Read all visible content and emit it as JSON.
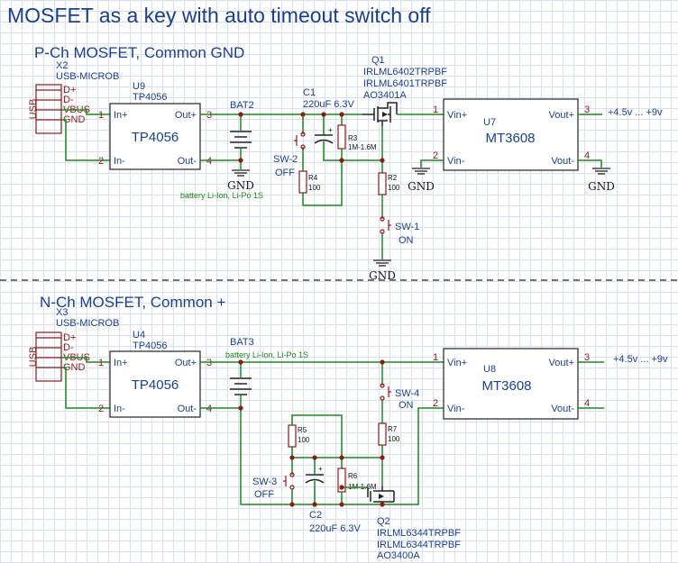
{
  "title": "MOSFET as a key with auto timeout switch off",
  "sections": {
    "top": "P-Ch MOSFET, Common GND",
    "bottom": "N-Ch MOSFET, Common +"
  },
  "gnd_label": "GND",
  "top": {
    "usb": {
      "ref": "X2",
      "value": "USB-MICROB",
      "side": "USB",
      "pins": [
        "D+",
        "D-",
        "VBUS",
        "GND"
      ]
    },
    "charger": {
      "ref": "U9",
      "value": "TP4056",
      "name": "TP4056",
      "in_plus": "In+",
      "in_minus": "In-",
      "out_plus": "Out+",
      "out_minus": "Out-",
      "p1": "1",
      "p2": "2",
      "p3": "3",
      "p4": "4"
    },
    "battery": {
      "ref": "BAT2",
      "note": "battery Li-Ion, Li-Po 1S"
    },
    "cap": {
      "ref": "C1",
      "value": "220uF 6.3V"
    },
    "r3": {
      "ref": "R3",
      "value": "1M-1.6M"
    },
    "r4": {
      "ref": "R4",
      "value": "100"
    },
    "r2": {
      "ref": "R2",
      "value": "100"
    },
    "sw_off": {
      "ref": "SW-2",
      "state": "OFF"
    },
    "sw_on": {
      "ref": "SW-1",
      "state": "ON"
    },
    "mosfet": {
      "ref": "Q1",
      "v1": "IRLML6402TRPBF",
      "v2": "IRLML6401TRPBF",
      "v3": "AO3401A"
    },
    "boost": {
      "ref": "U7",
      "name": "MT3608",
      "vin_p": "Vin+",
      "vin_m": "Vin-",
      "vout_p": "Vout+",
      "vout_m": "Vout-",
      "p1": "1",
      "p2": "2",
      "p3": "3",
      "p4": "4",
      "out_note": "+4.5v ... +9v"
    }
  },
  "bottom": {
    "usb": {
      "ref": "X3",
      "value": "USB-MICROB",
      "side": "USB",
      "pins": [
        "D+",
        "D-",
        "VBUS",
        "GND"
      ]
    },
    "charger": {
      "ref": "U4",
      "value": "TP4056",
      "name": "TP4056",
      "in_plus": "In+",
      "in_minus": "In-",
      "out_plus": "Out+",
      "out_minus": "Out-",
      "p1": "1",
      "p2": "2",
      "p3": "3",
      "p4": "4"
    },
    "battery": {
      "ref": "BAT3",
      "note": "battery Li-Ion, Li-Po 1S"
    },
    "cap": {
      "ref": "C2",
      "value": "220uF 6.3V"
    },
    "r5": {
      "ref": "R5",
      "value": "100"
    },
    "r6": {
      "ref": "R6",
      "value": "1M-1.6M"
    },
    "r7": {
      "ref": "R7",
      "value": "100"
    },
    "sw_off": {
      "ref": "SW-3",
      "state": "OFF"
    },
    "sw_on": {
      "ref": "SW-4",
      "state": "ON"
    },
    "mosfet": {
      "ref": "Q2",
      "v1": "IRLML6344TRPBF",
      "v2": "IRLML6344TRPBF",
      "v3": "AO3400A"
    },
    "boost": {
      "ref": "U8",
      "name": "MT3608",
      "vin_p": "Vin+",
      "vin_m": "Vin-",
      "vout_p": "Vout+",
      "vout_m": "Vout-",
      "p1": "1",
      "p2": "2",
      "p3": "3",
      "p4": "4",
      "out_note": "+4.5v ... +9v"
    }
  }
}
